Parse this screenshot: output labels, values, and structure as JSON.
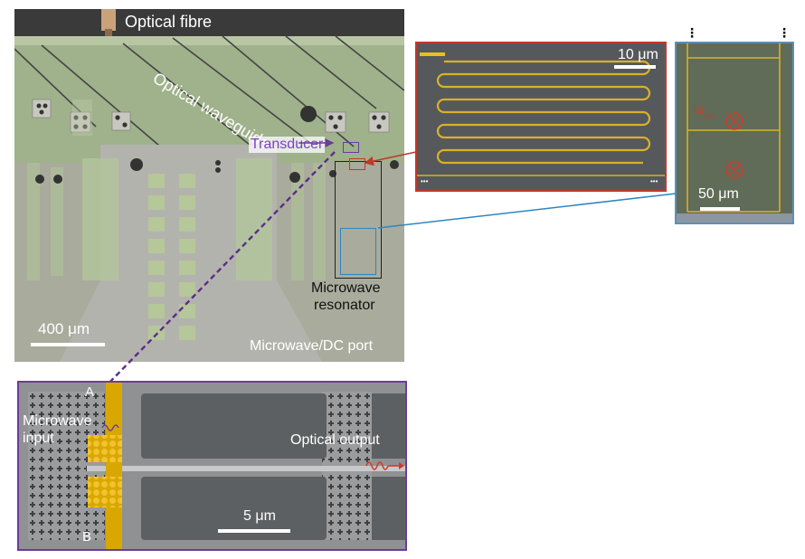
{
  "main_panel": {
    "label_optical_fibre": "Optical fibre",
    "label_optical_waveguide": "Optical waveguide",
    "label_transducer": "Transducer",
    "label_microwave_resonator_line1": "Microwave",
    "label_microwave_resonator_line2": "resonator",
    "label_port": "Microwave/DC port",
    "scale_label": "400 μm"
  },
  "sem_meander_panel": {
    "scale_label": "10 μm",
    "dots_left": "•••",
    "dots_right": "•••"
  },
  "flux_panel": {
    "scale_label": "50 μm",
    "phi_label": "Φ",
    "phi_subscript": "ext",
    "dots_left": "⋮",
    "dots_right": "⋮"
  },
  "device_panel": {
    "label_a": "A",
    "label_b": "B",
    "label_microwave_input_line1": "Microwave",
    "label_microwave_input_line2": "input",
    "label_optical_output": "Optical output",
    "scale_label": "5 μm"
  },
  "colors": {
    "purple_frame": "#6a3d9a",
    "red_frame": "#c0392b",
    "blue_frame": "#2e86c1",
    "gold": "#e0b400",
    "chip_green": "#9eb089",
    "transducer_text": "#7d3fc5"
  }
}
